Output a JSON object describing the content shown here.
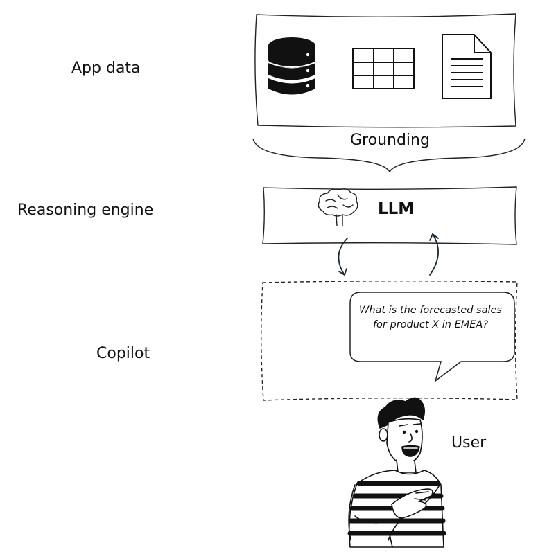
{
  "layers": {
    "app_data": "App data",
    "reasoning_engine": "Reasoning engine",
    "copilot": "Copilot",
    "user": "User"
  },
  "grounding": "Grounding",
  "llm": "LLM",
  "bubble_question": "What is the forecasted sales for product X in EMEA?",
  "icons": [
    "database-icon",
    "table-icon",
    "document-icon",
    "brain-icon",
    "person-illustration"
  ]
}
